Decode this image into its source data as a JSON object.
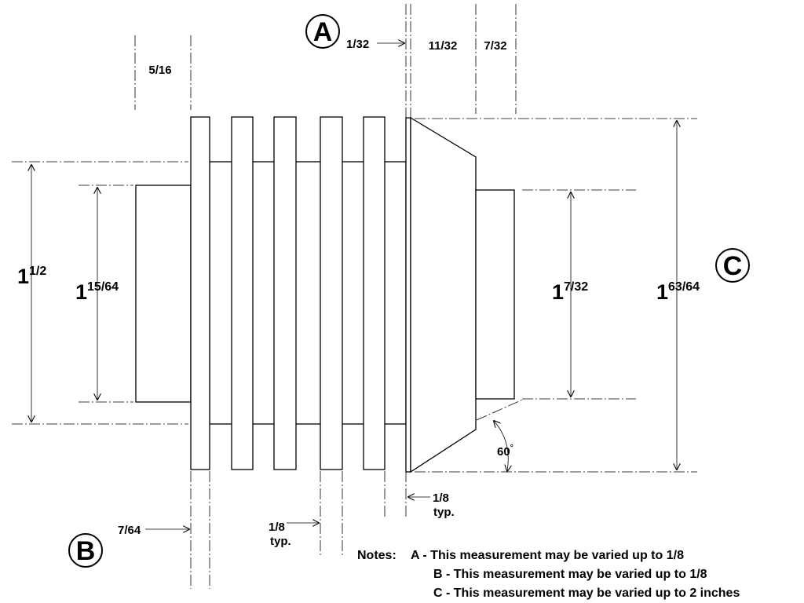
{
  "markers": {
    "a": "A",
    "b": "B",
    "c": "C"
  },
  "dims": {
    "gap_a": "1/32",
    "flange_11_32": "11/32",
    "flange_7_32": "7/32",
    "fin_5_16": "5/16",
    "left_width_b": "7/64",
    "fin_gap": "1/8",
    "fin_gap_typ": "typ.",
    "collar": "1/8",
    "collar_typ": "typ.",
    "angle": "60",
    "angle_unit": "°"
  },
  "heights": {
    "outer_left": {
      "whole": "1",
      "frac": "1/2"
    },
    "inner_left": {
      "whole": "1",
      "frac": "15/64"
    },
    "hub_right": {
      "whole": "1",
      "frac": "7/32"
    },
    "overall": {
      "whole": "1",
      "frac": "63/64"
    }
  },
  "notes": {
    "heading": "Notes:",
    "items": [
      "A - This measurement may be varied up to 1/8",
      "B - This measurement may be varied up to 1/8",
      "C - This measurement may be varied up to 2 inches"
    ]
  }
}
